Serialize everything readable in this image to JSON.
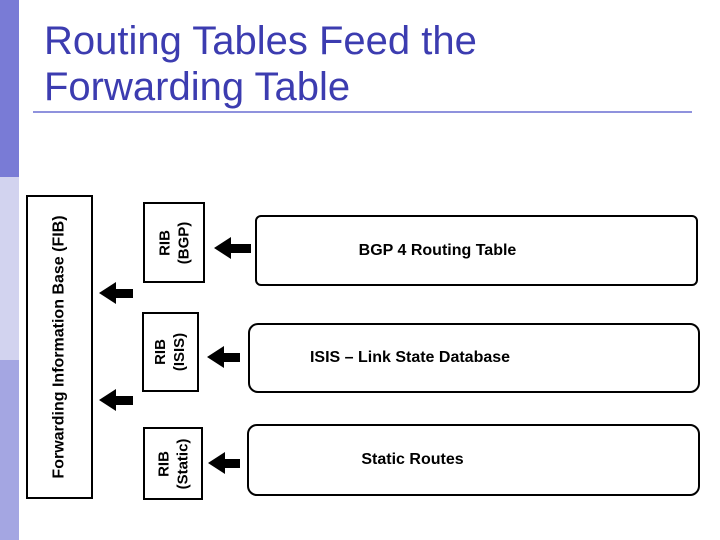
{
  "slide": {
    "title": {
      "line1": "Routing Tables Feed the",
      "line2": "Forwarding Table"
    }
  },
  "diagram": {
    "fib_box": {
      "label": "Forwarding Information Base (FIB)"
    },
    "rib_boxes": [
      {
        "line1": "RIB",
        "line2": "(BGP)"
      },
      {
        "line1": "RIB",
        "line2": "(ISIS)"
      },
      {
        "line1": "RIB",
        "line2": "(Static)"
      }
    ],
    "source_boxes": [
      {
        "label": "BGP 4 Routing Table"
      },
      {
        "label": "ISIS – Link State Database"
      },
      {
        "label": "Static Routes"
      }
    ],
    "arrows": {
      "description": "black block arrows pointing left: sources feed RIBs, RIBs feed FIB"
    }
  },
  "colors": {
    "background": "#ffffff",
    "title_color": "#3c3cb0",
    "underline": "#8f92dd",
    "sidebar_top": "#797bd6",
    "sidebar_middle": "#d2d3ef",
    "sidebar_bottom": "#a4a6e2",
    "box_border": "#000000",
    "arrow": "#000000"
  }
}
